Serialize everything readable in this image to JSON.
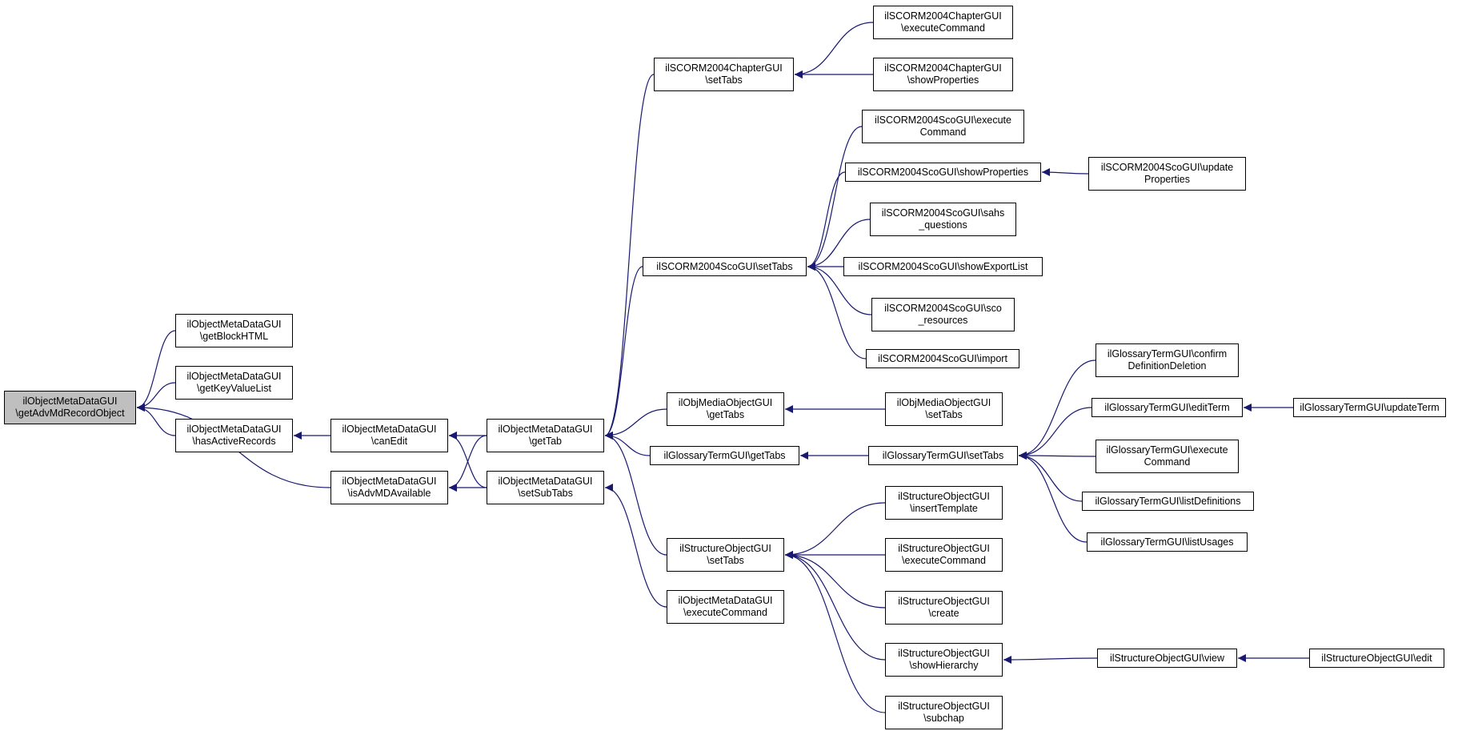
{
  "graph": {
    "node_color": "#ffffff",
    "root_color": "#bfbfbf",
    "edge_color": "#191970",
    "nodes": [
      {
        "id": "root",
        "label": "ilObjectMetaDataGUI\n\\getAdvMdRecordObject"
      },
      {
        "id": "getBlockHTML",
        "label": "ilObjectMetaDataGUI\n\\getBlockHTML"
      },
      {
        "id": "getKeyValueList",
        "label": "ilObjectMetaDataGUI\n\\getKeyValueList"
      },
      {
        "id": "hasActiveRecords",
        "label": "ilObjectMetaDataGUI\n\\hasActiveRecords"
      },
      {
        "id": "isAdvMDAvailable",
        "label": "ilObjectMetaDataGUI\n\\isAdvMDAvailable"
      },
      {
        "id": "canEdit",
        "label": "ilObjectMetaDataGUI\n\\canEdit"
      },
      {
        "id": "getTab",
        "label": "ilObjectMetaDataGUI\n\\getTab"
      },
      {
        "id": "setSubTabs",
        "label": "ilObjectMetaDataGUI\n\\setSubTabs"
      },
      {
        "id": "chapSetTabs",
        "label": "ilSCORM2004ChapterGUI\n\\setTabs"
      },
      {
        "id": "scoSetTabs",
        "label": "ilSCORM2004ScoGUI\\setTabs"
      },
      {
        "id": "mobGetTabs",
        "label": "ilObjMediaObjectGUI\n\\getTabs"
      },
      {
        "id": "glossGetTabs",
        "label": "ilGlossaryTermGUI\\getTabs"
      },
      {
        "id": "structSetTabs",
        "label": "ilStructureObjectGUI\n\\setTabs"
      },
      {
        "id": "mdExecCmd",
        "label": "ilObjectMetaDataGUI\n\\executeCommand"
      },
      {
        "id": "chapExec",
        "label": "ilSCORM2004ChapterGUI\n\\executeCommand"
      },
      {
        "id": "chapShowProps",
        "label": "ilSCORM2004ChapterGUI\n\\showProperties"
      },
      {
        "id": "scoExec",
        "label": "ilSCORM2004ScoGUI\\execute\nCommand"
      },
      {
        "id": "scoShowProps",
        "label": "ilSCORM2004ScoGUI\\showProperties"
      },
      {
        "id": "scoUpdateProps",
        "label": "ilSCORM2004ScoGUI\\update\nProperties"
      },
      {
        "id": "scoSahs",
        "label": "ilSCORM2004ScoGUI\\sahs\n_questions"
      },
      {
        "id": "scoExportList",
        "label": "ilSCORM2004ScoGUI\\showExportList"
      },
      {
        "id": "scoRes",
        "label": "ilSCORM2004ScoGUI\\sco\n_resources"
      },
      {
        "id": "scoImport",
        "label": "ilSCORM2004ScoGUI\\import"
      },
      {
        "id": "mobSetTabs",
        "label": "ilObjMediaObjectGUI\n\\setTabs"
      },
      {
        "id": "glossSetTabs",
        "label": "ilGlossaryTermGUI\\setTabs"
      },
      {
        "id": "glossConfirm",
        "label": "ilGlossaryTermGUI\\confirm\nDefinitionDeletion"
      },
      {
        "id": "glossEditTerm",
        "label": "ilGlossaryTermGUI\\editTerm"
      },
      {
        "id": "glossUpdateTerm",
        "label": "ilGlossaryTermGUI\\updateTerm"
      },
      {
        "id": "glossExec",
        "label": "ilGlossaryTermGUI\\execute\nCommand"
      },
      {
        "id": "glossListDefs",
        "label": "ilGlossaryTermGUI\\listDefinitions"
      },
      {
        "id": "glossListUsages",
        "label": "ilGlossaryTermGUI\\listUsages"
      },
      {
        "id": "structInsert",
        "label": "ilStructureObjectGUI\n\\insertTemplate"
      },
      {
        "id": "structExec",
        "label": "ilStructureObjectGUI\n\\executeCommand"
      },
      {
        "id": "structCreate",
        "label": "ilStructureObjectGUI\n\\create"
      },
      {
        "id": "structShowHier",
        "label": "ilStructureObjectGUI\n\\showHierarchy"
      },
      {
        "id": "structSubchap",
        "label": "ilStructureObjectGUI\n\\subchap"
      },
      {
        "id": "structView",
        "label": "ilStructureObjectGUI\\view"
      },
      {
        "id": "structEdit",
        "label": "ilStructureObjectGUI\\edit"
      }
    ],
    "edges": [
      {
        "from": "getBlockHTML",
        "to": "root"
      },
      {
        "from": "getKeyValueList",
        "to": "root"
      },
      {
        "from": "hasActiveRecords",
        "to": "root"
      },
      {
        "from": "isAdvMDAvailable",
        "to": "root"
      },
      {
        "from": "canEdit",
        "to": "hasActiveRecords"
      },
      {
        "from": "getTab",
        "to": "canEdit"
      },
      {
        "from": "setSubTabs",
        "to": "canEdit"
      },
      {
        "from": "getTab",
        "to": "isAdvMDAvailable"
      },
      {
        "from": "setSubTabs",
        "to": "isAdvMDAvailable"
      },
      {
        "from": "chapSetTabs",
        "to": "getTab"
      },
      {
        "from": "scoSetTabs",
        "to": "getTab"
      },
      {
        "from": "mobGetTabs",
        "to": "getTab"
      },
      {
        "from": "glossGetTabs",
        "to": "getTab"
      },
      {
        "from": "structSetTabs",
        "to": "getTab"
      },
      {
        "from": "mdExecCmd",
        "to": "setSubTabs"
      },
      {
        "from": "chapExec",
        "to": "chapSetTabs"
      },
      {
        "from": "chapShowProps",
        "to": "chapSetTabs"
      },
      {
        "from": "scoExec",
        "to": "scoSetTabs"
      },
      {
        "from": "scoShowProps",
        "to": "scoSetTabs"
      },
      {
        "from": "scoSahs",
        "to": "scoSetTabs"
      },
      {
        "from": "scoExportList",
        "to": "scoSetTabs"
      },
      {
        "from": "scoRes",
        "to": "scoSetTabs"
      },
      {
        "from": "scoImport",
        "to": "scoSetTabs"
      },
      {
        "from": "scoUpdateProps",
        "to": "scoShowProps"
      },
      {
        "from": "mobSetTabs",
        "to": "mobGetTabs"
      },
      {
        "from": "glossSetTabs",
        "to": "glossGetTabs"
      },
      {
        "from": "glossConfirm",
        "to": "glossSetTabs"
      },
      {
        "from": "glossEditTerm",
        "to": "glossSetTabs"
      },
      {
        "from": "glossExec",
        "to": "glossSetTabs"
      },
      {
        "from": "glossListDefs",
        "to": "glossSetTabs"
      },
      {
        "from": "glossListUsages",
        "to": "glossSetTabs"
      },
      {
        "from": "glossUpdateTerm",
        "to": "glossEditTerm"
      },
      {
        "from": "structInsert",
        "to": "structSetTabs"
      },
      {
        "from": "structExec",
        "to": "structSetTabs"
      },
      {
        "from": "structCreate",
        "to": "structSetTabs"
      },
      {
        "from": "structShowHier",
        "to": "structSetTabs"
      },
      {
        "from": "structSubchap",
        "to": "structSetTabs"
      },
      {
        "from": "structView",
        "to": "structShowHier"
      },
      {
        "from": "structEdit",
        "to": "structView"
      }
    ]
  }
}
